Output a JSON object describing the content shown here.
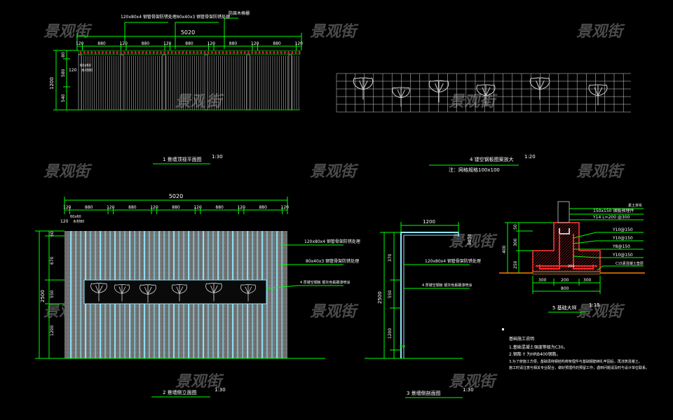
{
  "watermark": "景观街",
  "colors": {
    "background": "#000000",
    "dimension": "#00ff00",
    "annotation": "#ffffff",
    "cap": "#cc2222",
    "panel": "#7a7a7a",
    "slat": "#8fe8ff",
    "rebar": "#ff2a2a",
    "concrete": "#ff3b3b",
    "ground": "#ff7f00",
    "grid": "#d9d9d9"
  },
  "plan": {
    "title": "1 景墙顶视平面图",
    "scale": "1:30",
    "total": "5020",
    "segments": [
      "120",
      "880",
      "120",
      "880",
      "120",
      "880",
      "120",
      "880",
      "120",
      "880",
      "120"
    ],
    "side_dims": [
      "80",
      "580",
      "540"
    ],
    "side_total": "1200",
    "small_dims": [
      "60x60",
      "120",
      "木材80"
    ],
    "callouts": [
      "120x80x4 钢管骨架防锈处理",
      "80x40x3 钢管骨架防锈处理",
      "防腐木格栅"
    ]
  },
  "screen": {
    "title": "4 镂空钢板图案放大",
    "scale": "1:20",
    "note": "注：网格规格100x100"
  },
  "elevation": {
    "title": "2 景墙侧立面图",
    "scale": "1:30",
    "total": "5020",
    "segments": [
      "120",
      "880",
      "120",
      "880",
      "120",
      "880",
      "120",
      "880",
      "120",
      "880",
      "120"
    ],
    "small_dims": [
      "60x60",
      "120",
      "木材80"
    ],
    "height_dims": [
      "60",
      "670",
      "550",
      "1200"
    ],
    "height_total": "2500",
    "callouts": [
      "120x80x4 钢管骨架防锈处理",
      "80x40x3 钢管骨架防锈处理",
      "4 厚镂空钢板 银灰色氟碳漆喷涂"
    ]
  },
  "section": {
    "title": "3 景墙侧剖面图",
    "scale": "1:30",
    "top_dim": "1200",
    "side_dims": [
      "370",
      "550",
      "1200",
      "80"
    ],
    "height_total": "2500",
    "corner_dims": [
      "30",
      "50"
    ],
    "callouts": [
      "120x80x4 钢管骨架防锈处理",
      "4 厚镂空钢板 银灰色氟碳漆喷涂"
    ]
  },
  "foundation": {
    "title": "5 基础大样",
    "scale": "1:15",
    "labels": [
      "素土夯实",
      "150x150 钢板预埋件",
      "Y14 L=200 @300",
      "Y10@150",
      "Y10@150",
      "Y8@150",
      "Y10@150",
      "C15素混凝土垫层"
    ],
    "vertical_dims": [
      "50",
      "300",
      "400",
      "250"
    ],
    "bottom_dims": [
      "300",
      "200",
      "300"
    ],
    "bottom_total": "800",
    "inner_dim": "200"
  },
  "notes": {
    "heading": "基础施工说明",
    "items": [
      "1.基础混凝土强度等级为C30。",
      "2.钢筋 Y 为HRB400钢筋。",
      "3.为了使施工方便，基础须待钢结构骨架埋件与基础钢筋绑扎牢固后，再浇筑混凝土。",
      "  施工时请注意与相关专业配合，做好预埋件的预留工作；遇到问题请及时与设计单位联系。"
    ]
  }
}
